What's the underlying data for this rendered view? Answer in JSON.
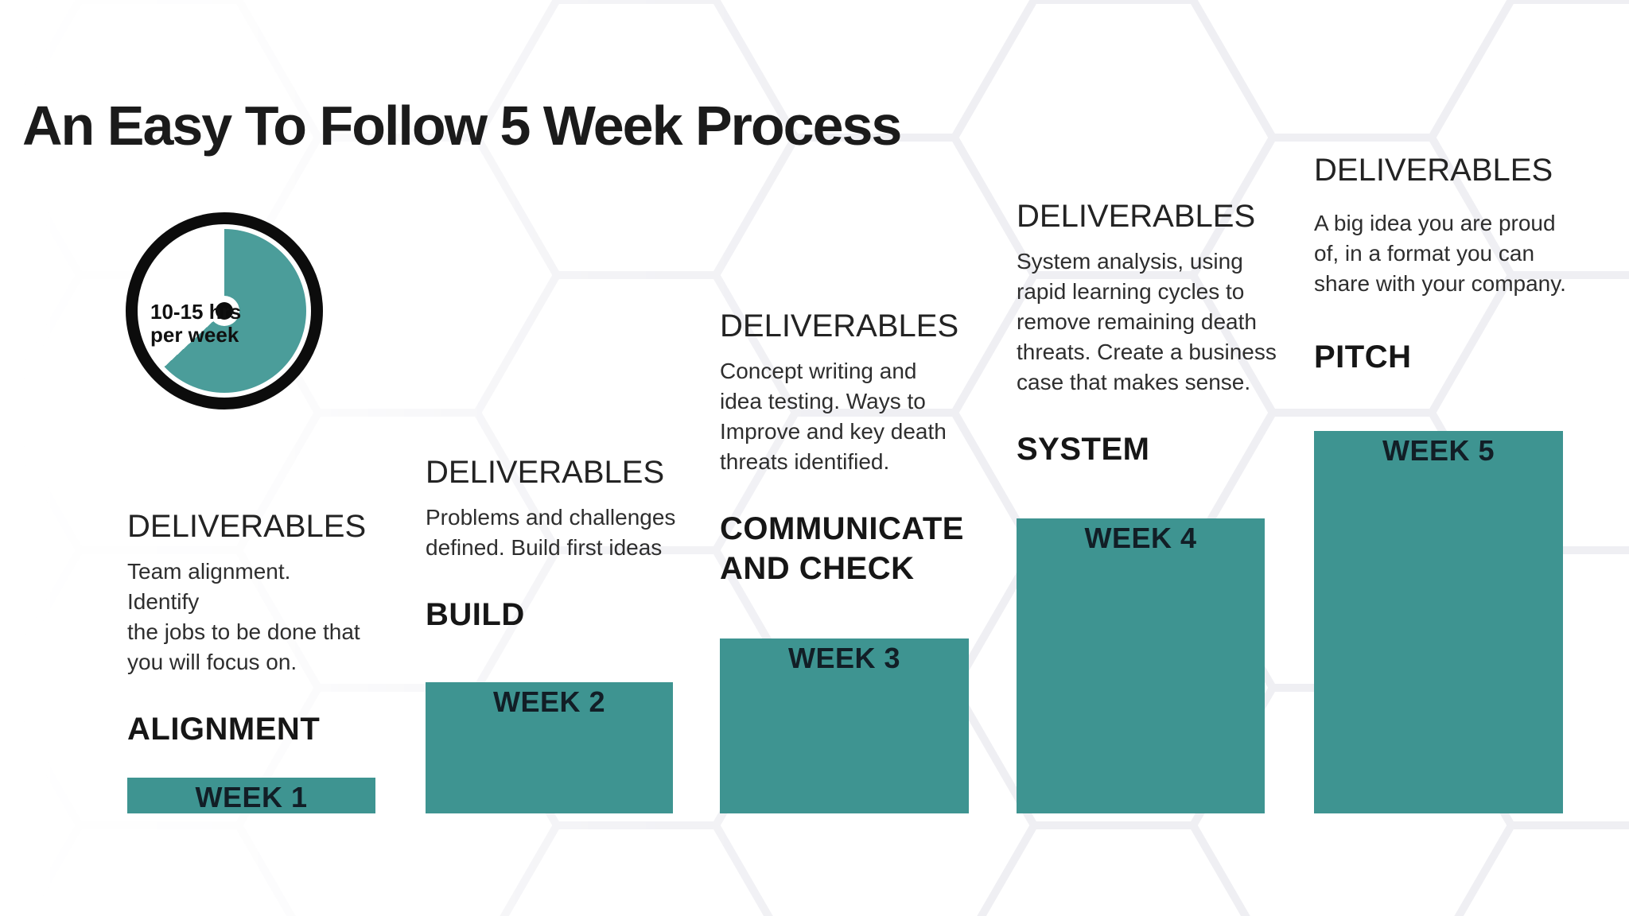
{
  "title": "An Easy To Follow 5 Week Process",
  "clock": {
    "line1": "10-15 hrs",
    "line2": "per week"
  },
  "columns": [
    {
      "heading": "DELIVERABLES",
      "body_lines": [
        "Team alignment. Identify",
        "the jobs to be done that",
        "you will focus on."
      ],
      "phase_lines": [
        "ALIGNMENT"
      ],
      "week": "WEEK 1"
    },
    {
      "heading": "DELIVERABLES",
      "body_lines": [
        "Problems and challenges",
        "defined. Build first ideas"
      ],
      "phase_lines": [
        "BUILD"
      ],
      "week": "WEEK 2"
    },
    {
      "heading": "DELIVERABLES",
      "body_lines": [
        "Concept writing and",
        "idea testing. Ways to",
        "Improve and key death",
        "threats identified."
      ],
      "phase_lines": [
        "COMMUNICATE",
        "AND CHECK"
      ],
      "week": "WEEK 3"
    },
    {
      "heading": "DELIVERABLES",
      "body_lines": [
        "System analysis, using",
        "rapid learning cycles to",
        "remove remaining death",
        "threats. Create a business",
        "case that makes sense."
      ],
      "phase_lines": [
        "SYSTEM"
      ],
      "week": "WEEK 4"
    },
    {
      "heading": "DELIVERABLES",
      "body_lines": [
        "A big idea you are proud",
        "of, in a format you can",
        "share with your company."
      ],
      "phase_lines": [
        "PITCH"
      ],
      "week": "WEEK 5"
    }
  ],
  "colors": {
    "bar_teal": "#3E9491",
    "clock_wedge_teal": "#4B9D9A",
    "clock_ring_black": "#0c0c0c",
    "title_text": "#1b1b1b",
    "week_label_text": "#121e26"
  },
  "chart_data": {
    "type": "bar",
    "categories": [
      "WEEK 1",
      "WEEK 2",
      "WEEK 3",
      "WEEK 4",
      "WEEK 5"
    ],
    "values": [
      45,
      165,
      220,
      371,
      481
    ],
    "title": "An Easy To Follow 5 Week Process",
    "ylabel": "",
    "xlabel": "",
    "note": "Decorative ascending staircase bars (heights in px, no numeric axis shown)"
  }
}
